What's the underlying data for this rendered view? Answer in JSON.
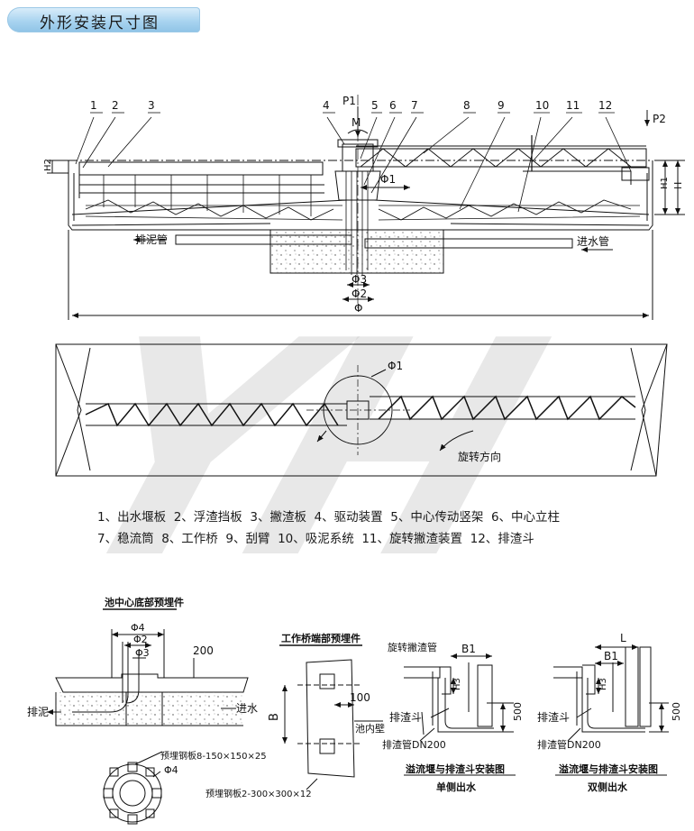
{
  "title": "外形安装尺寸图",
  "watermark": "YH",
  "top_view": {
    "numbers": [
      "1",
      "2",
      "3",
      "4",
      "5",
      "6",
      "7",
      "8",
      "9",
      "10",
      "11",
      "12"
    ],
    "labels": {
      "p1": "P1",
      "p2": "P2",
      "m": "M",
      "h2": "H2",
      "h1": "H1",
      "h": "H",
      "phi": "Φ",
      "phi1": "Φ1",
      "phi2": "Φ2",
      "phi3": "Φ3",
      "sludge": "排泥管",
      "inlet": "进水管"
    }
  },
  "plan_view": {
    "phi1": "Φ1",
    "rotation": "旋转方向"
  },
  "legend": {
    "line1": [
      "1、出水堰板",
      "2、浮渣挡板",
      "3、撇渣板",
      "4、驱动装置",
      "5、中心传动竖架",
      "6、中心立柱"
    ],
    "line2": [
      "7、稳流筒",
      "8、工作桥",
      "9、刮臂",
      "10、吸泥系统",
      "11、旋转撇渣装置",
      "12、排渣斗"
    ]
  },
  "detail_center": {
    "title": "池中心底部预埋件",
    "phi4": "Φ4",
    "phi2": "Φ2",
    "phi3": "Φ3",
    "dim200": "200",
    "sludge": "排泥",
    "inlet": "进水",
    "plate1": "预埋钢板8-150×150×25",
    "phi4b": "Φ4"
  },
  "detail_bridge": {
    "title": "工作桥端部预埋件",
    "b": "B",
    "dim100": "100",
    "wall": "池内壁",
    "plate2": "预埋钢板2-300×300×12"
  },
  "detail_single": {
    "pipe": "旋转撇渣管",
    "b1": "B1",
    "h3": "H3",
    "hopper": "排渣斗",
    "dim500": "500",
    "drain": "排渣管DN200",
    "caption": "溢流堰与排渣斗安装图",
    "sub": "单侧出水"
  },
  "detail_double": {
    "l": "L",
    "b1": "B1",
    "h3": "H3",
    "hopper": "排渣斗",
    "dim500": "500",
    "drain": "排渣管DN200",
    "caption": "溢流堰与排渣斗安装图",
    "sub": "双侧出水"
  }
}
